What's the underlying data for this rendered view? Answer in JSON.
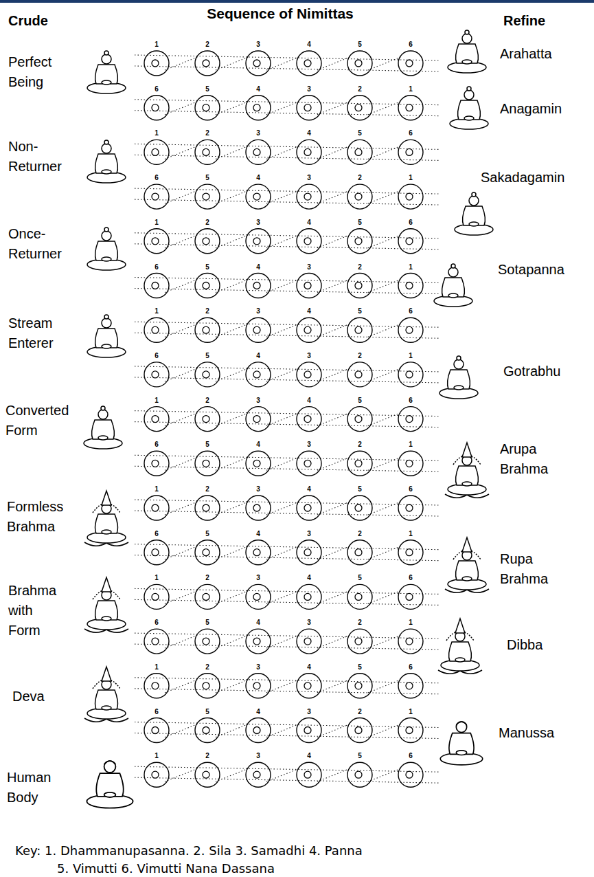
{
  "diagram": {
    "title": "Sequence of Nimittas",
    "labels": [
      "Crude",
      "Refine",
      "Perfect Being",
      "Arahatta",
      "1",
      "2",
      "3",
      "4",
      "5",
      "6",
      "Anagamin",
      "6",
      "5",
      "4",
      "3",
      "2",
      "1",
      "Non-Returner",
      "1",
      "2",
      "3",
      "4",
      "5",
      "6",
      "Sakadagamin",
      "6",
      "5",
      "4",
      "3",
      "2",
      "1",
      "Once-Returner",
      "1",
      "2",
      "3",
      "4",
      "5",
      "6",
      "Sotapanna",
      "6",
      "5",
      "4",
      "3",
      "2",
      "1",
      "Stream Enterer",
      "1",
      "2",
      "3",
      "4",
      "5",
      "6",
      "Gotrabhu",
      "6",
      "5",
      "4",
      "3",
      "2",
      "1",
      "Converted Form",
      "1",
      "2",
      "3",
      "4",
      "5",
      "6",
      "Arupa Brahma",
      "6",
      "5",
      "4",
      "3",
      "2",
      "1",
      "Formless Brahma",
      "1",
      "2",
      "3",
      "4",
      "5",
      "6",
      "Rupa Brahma",
      "6",
      "5",
      "4",
      "3",
      "2",
      "1",
      "Brahma with Form",
      "1",
      "2",
      "3",
      "4",
      "5",
      "6",
      "Dibba",
      "6",
      "5",
      "4",
      "3",
      "2",
      "1",
      "Deva",
      "1",
      "2",
      "3",
      "4",
      "5",
      "6",
      "Manussa",
      "6",
      "5",
      "4",
      "3",
      "2",
      "1",
      "Human Body",
      "1",
      "2",
      "3",
      "4",
      "5",
      "6",
      "Key: 1. Dhammanupasanna. 2. Sila 3. Samadhi 4. Panna",
      "5. Vimutti 6. Vimutti Nana Dassana"
    ]
  }
}
